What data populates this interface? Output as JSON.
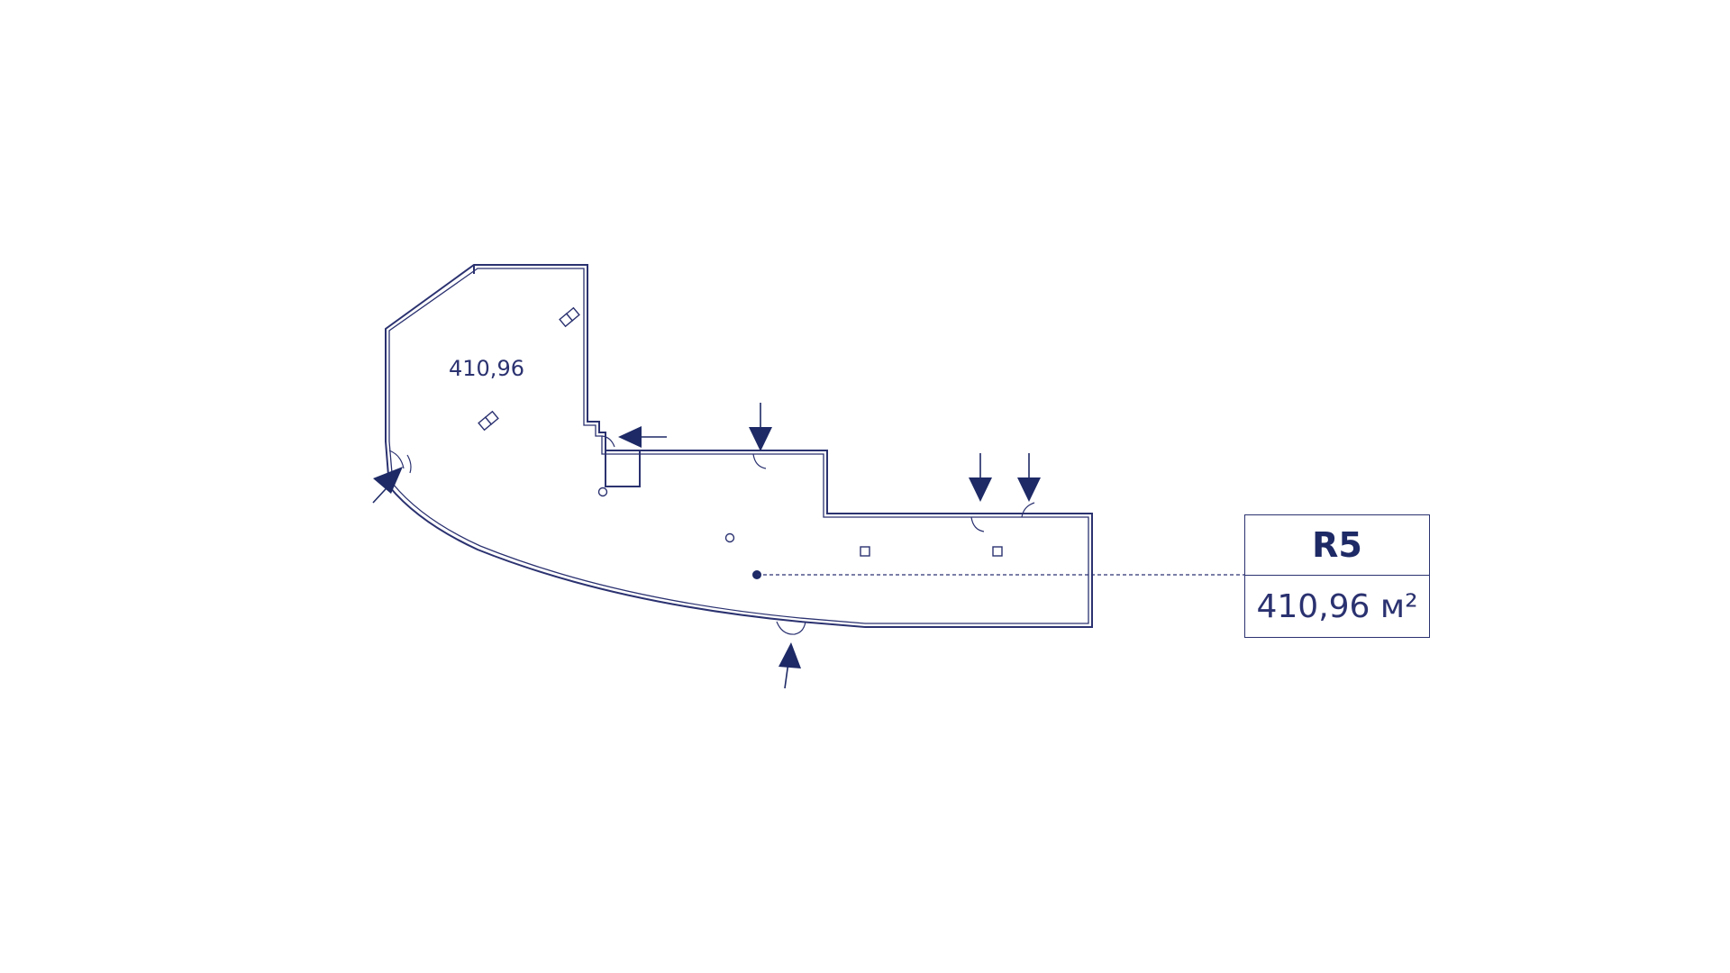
{
  "plan": {
    "room_area_label": "410,96",
    "entrance_count": 6
  },
  "info_box": {
    "unit_code": "R5",
    "area_text": "410,96 м²"
  },
  "colors": {
    "ink": "#2b3270",
    "arrow": "#1e2a66",
    "background": "#ffffff"
  }
}
